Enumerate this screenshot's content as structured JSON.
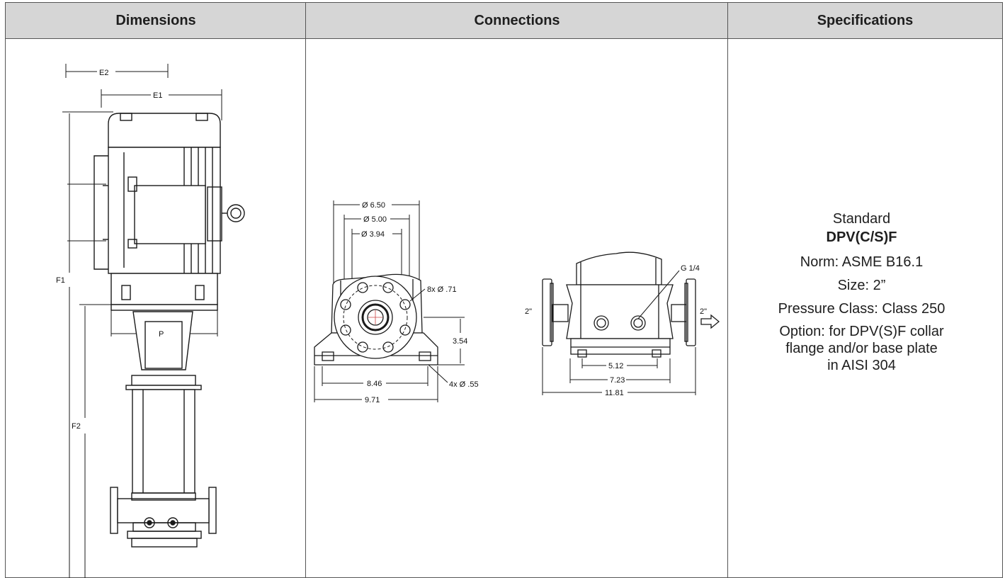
{
  "headers": {
    "dimensions": "Dimensions",
    "connections": "Connections",
    "specifications": "Specifications"
  },
  "dimensions_labels": {
    "e2": "E2",
    "e1": "E1",
    "f1": "F1",
    "f2": "F2",
    "p": "P"
  },
  "front_view": {
    "d1": "Ø 6.50",
    "d2": "Ø 5.00",
    "d3": "Ø 3.94",
    "bolts": "8x Ø .71",
    "height": "3.54",
    "base_inner": "8.46",
    "base_outer": "9.71",
    "feet_holes": "4x  Ø .55"
  },
  "side_view": {
    "inlet": "2\"",
    "outlet": "2\"",
    "gauge": "G 1/4",
    "w1": "5.12",
    "w2": "7.23",
    "w3": "11.81",
    "arrow_icon": "right-arrow-icon"
  },
  "specifications": {
    "standard": "Standard",
    "model": "DPV(C/S)F",
    "norm": "Norm: ASME B16.1",
    "size": "Size: 2”",
    "pressure_class": "Pressure Class: Class 250",
    "option_line1": "Option: for DPV(S)F collar",
    "option_line2": "flange and/or base plate",
    "option_line3": "in AISI 304"
  },
  "colors": {
    "header_bg": "#d6d6d6",
    "border": "#555555",
    "drawing": "#1a1a1a"
  }
}
